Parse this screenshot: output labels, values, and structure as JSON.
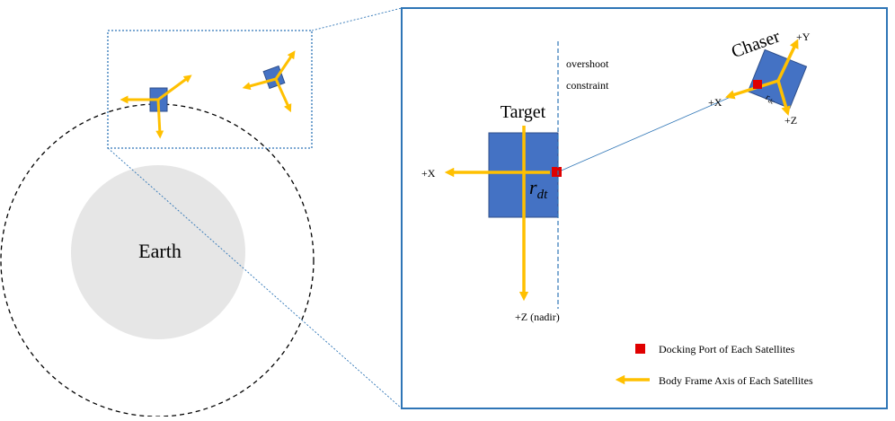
{
  "labels": {
    "earth": "Earth",
    "target": "Target",
    "chaser": "Chaser",
    "overshoot_line1": "overshoot",
    "overshoot_line2": "constraint",
    "target_plus_x": "+X",
    "target_plus_z": "+Z (nadir)",
    "chaser_plus_x": "+X",
    "chaser_plus_y": "+Y",
    "chaser_plus_z": "+Z",
    "r_dt_main": "r",
    "r_dt_sub": "dt",
    "r_dc_main": "r",
    "r_dc_sub": "dc"
  },
  "legend": {
    "docking_port": "Docking Port of Each Satellites",
    "body_frame_axis": "Body Frame Axis of Each Satellites"
  },
  "colors": {
    "satellite_fill": "#4472C4",
    "satellite_stroke": "#2F4F8A",
    "axis_arrow": "#FFC000",
    "docking_port": "#E00000",
    "earth_fill": "#E6E6E6",
    "frame_stroke": "#2E75B6",
    "zoom_line": "#2E75B6"
  }
}
